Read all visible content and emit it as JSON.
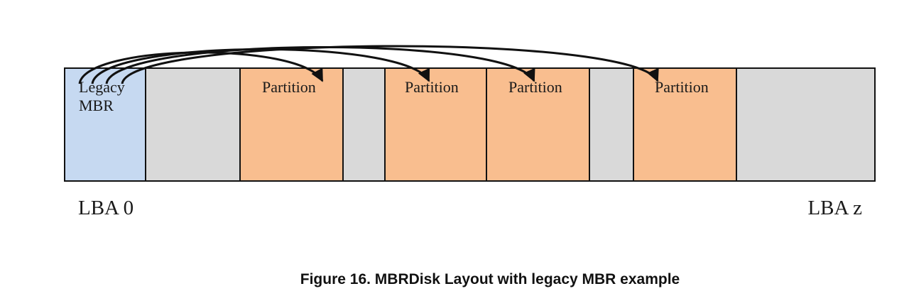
{
  "colors": {
    "mbr": "#c6d9f1",
    "partition": "#f9be8f",
    "free": "#d9d9d9",
    "stroke": "#111111"
  },
  "disk": {
    "segments": [
      {
        "kind": "mbr",
        "label_lines": [
          "Legacy",
          "MBR"
        ]
      },
      {
        "kind": "free",
        "label_lines": []
      },
      {
        "kind": "partition",
        "label_lines": [
          "Partition"
        ]
      },
      {
        "kind": "free",
        "label_lines": []
      },
      {
        "kind": "partition",
        "label_lines": [
          "Partition"
        ]
      },
      {
        "kind": "partition",
        "label_lines": [
          "Partition"
        ]
      },
      {
        "kind": "free",
        "label_lines": []
      },
      {
        "kind": "partition",
        "label_lines": [
          "Partition"
        ]
      },
      {
        "kind": "free",
        "label_lines": []
      }
    ],
    "start_label": "LBA 0",
    "end_label": "LBA z"
  },
  "caption": "Figure 16. MBRDisk Layout with legacy MBR example"
}
